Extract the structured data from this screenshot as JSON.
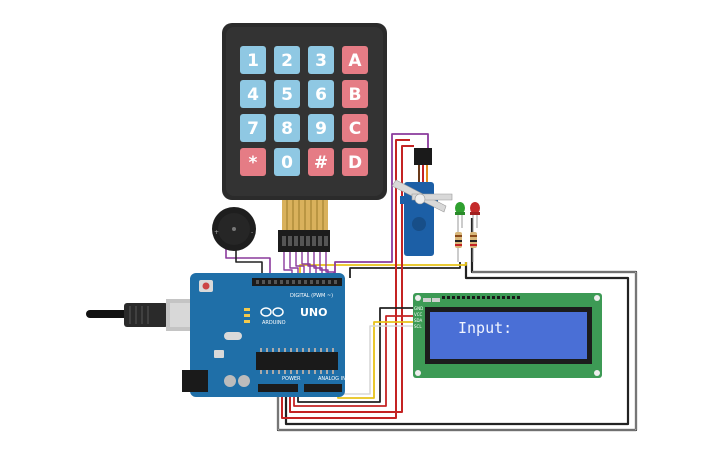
{
  "keypad": {
    "keys": [
      {
        "label": "1",
        "color": "#8fc8e3"
      },
      {
        "label": "2",
        "color": "#8fc8e3"
      },
      {
        "label": "3",
        "color": "#8fc8e3"
      },
      {
        "label": "A",
        "color": "#e57c85"
      },
      {
        "label": "4",
        "color": "#8fc8e3"
      },
      {
        "label": "5",
        "color": "#8fc8e3"
      },
      {
        "label": "6",
        "color": "#8fc8e3"
      },
      {
        "label": "B",
        "color": "#e57c85"
      },
      {
        "label": "7",
        "color": "#8fc8e3"
      },
      {
        "label": "8",
        "color": "#8fc8e3"
      },
      {
        "label": "9",
        "color": "#8fc8e3"
      },
      {
        "label": "C",
        "color": "#e57c85"
      },
      {
        "label": "*",
        "color": "#e57c85"
      },
      {
        "label": "0",
        "color": "#8fc8e3"
      },
      {
        "label": "#",
        "color": "#e57c85"
      },
      {
        "label": "D",
        "color": "#e57c85"
      }
    ]
  },
  "arduino": {
    "brand": "ARDUINO",
    "model": "UNO",
    "digital_label": "DIGITAL (PWM ~)",
    "power_label": "POWER",
    "analog_label": "ANALOG IN",
    "board_color": "#1f6fa8"
  },
  "lcd": {
    "text": "Input:",
    "pins": [
      "GND",
      "VCC",
      "SDA",
      "SCL"
    ],
    "board_color": "#3d9a55",
    "screen_color": "#4a6fd6"
  },
  "leds": [
    {
      "name": "green-led",
      "color": "#2fa02f"
    },
    {
      "name": "red-led",
      "color": "#c42b2b"
    }
  ],
  "wire_colors": {
    "purple": "#8a3a9c",
    "red": "#c42323",
    "black": "#202020",
    "yellow": "#e7c21a",
    "white": "#f2f2f2"
  }
}
